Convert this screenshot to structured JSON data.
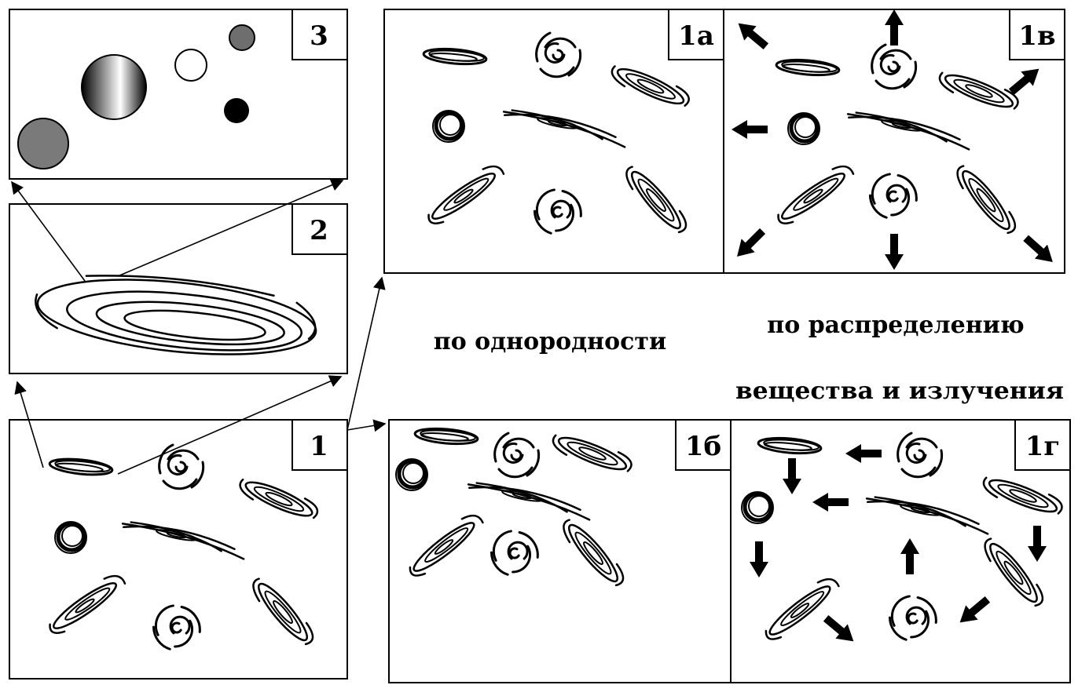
{
  "panels": {
    "p3": {
      "label": "3"
    },
    "p2": {
      "label": "2"
    },
    "p1": {
      "label": "1"
    },
    "p1a": {
      "label": "1а"
    },
    "p1v": {
      "label": "1в"
    },
    "p1b": {
      "label": "1б"
    },
    "p1g": {
      "label": "1г"
    }
  },
  "captions": {
    "homogeneity": "по однородности",
    "distribution_line1": "по распределению",
    "distribution_line2": "вещества и излучения"
  },
  "colors": {
    "ink": "#000000",
    "background": "#ffffff",
    "sphere_gray": "#7a7a7a",
    "sphere_dark_gray": "#6e6e6e",
    "sphere_gradient_light": "#ffffff",
    "sphere_gradient_dark": "#000000"
  },
  "icons": {
    "elliptical_galaxy": "elliptical-galaxy-icon",
    "spiral_galaxy": "spiral-galaxy-icon",
    "ring_galaxy": "ring-galaxy-icon",
    "outflow_arrow": "thick-arrow-icon",
    "connector_arrow": "connector-arrow-icon",
    "sphere": "sphere-icon"
  }
}
